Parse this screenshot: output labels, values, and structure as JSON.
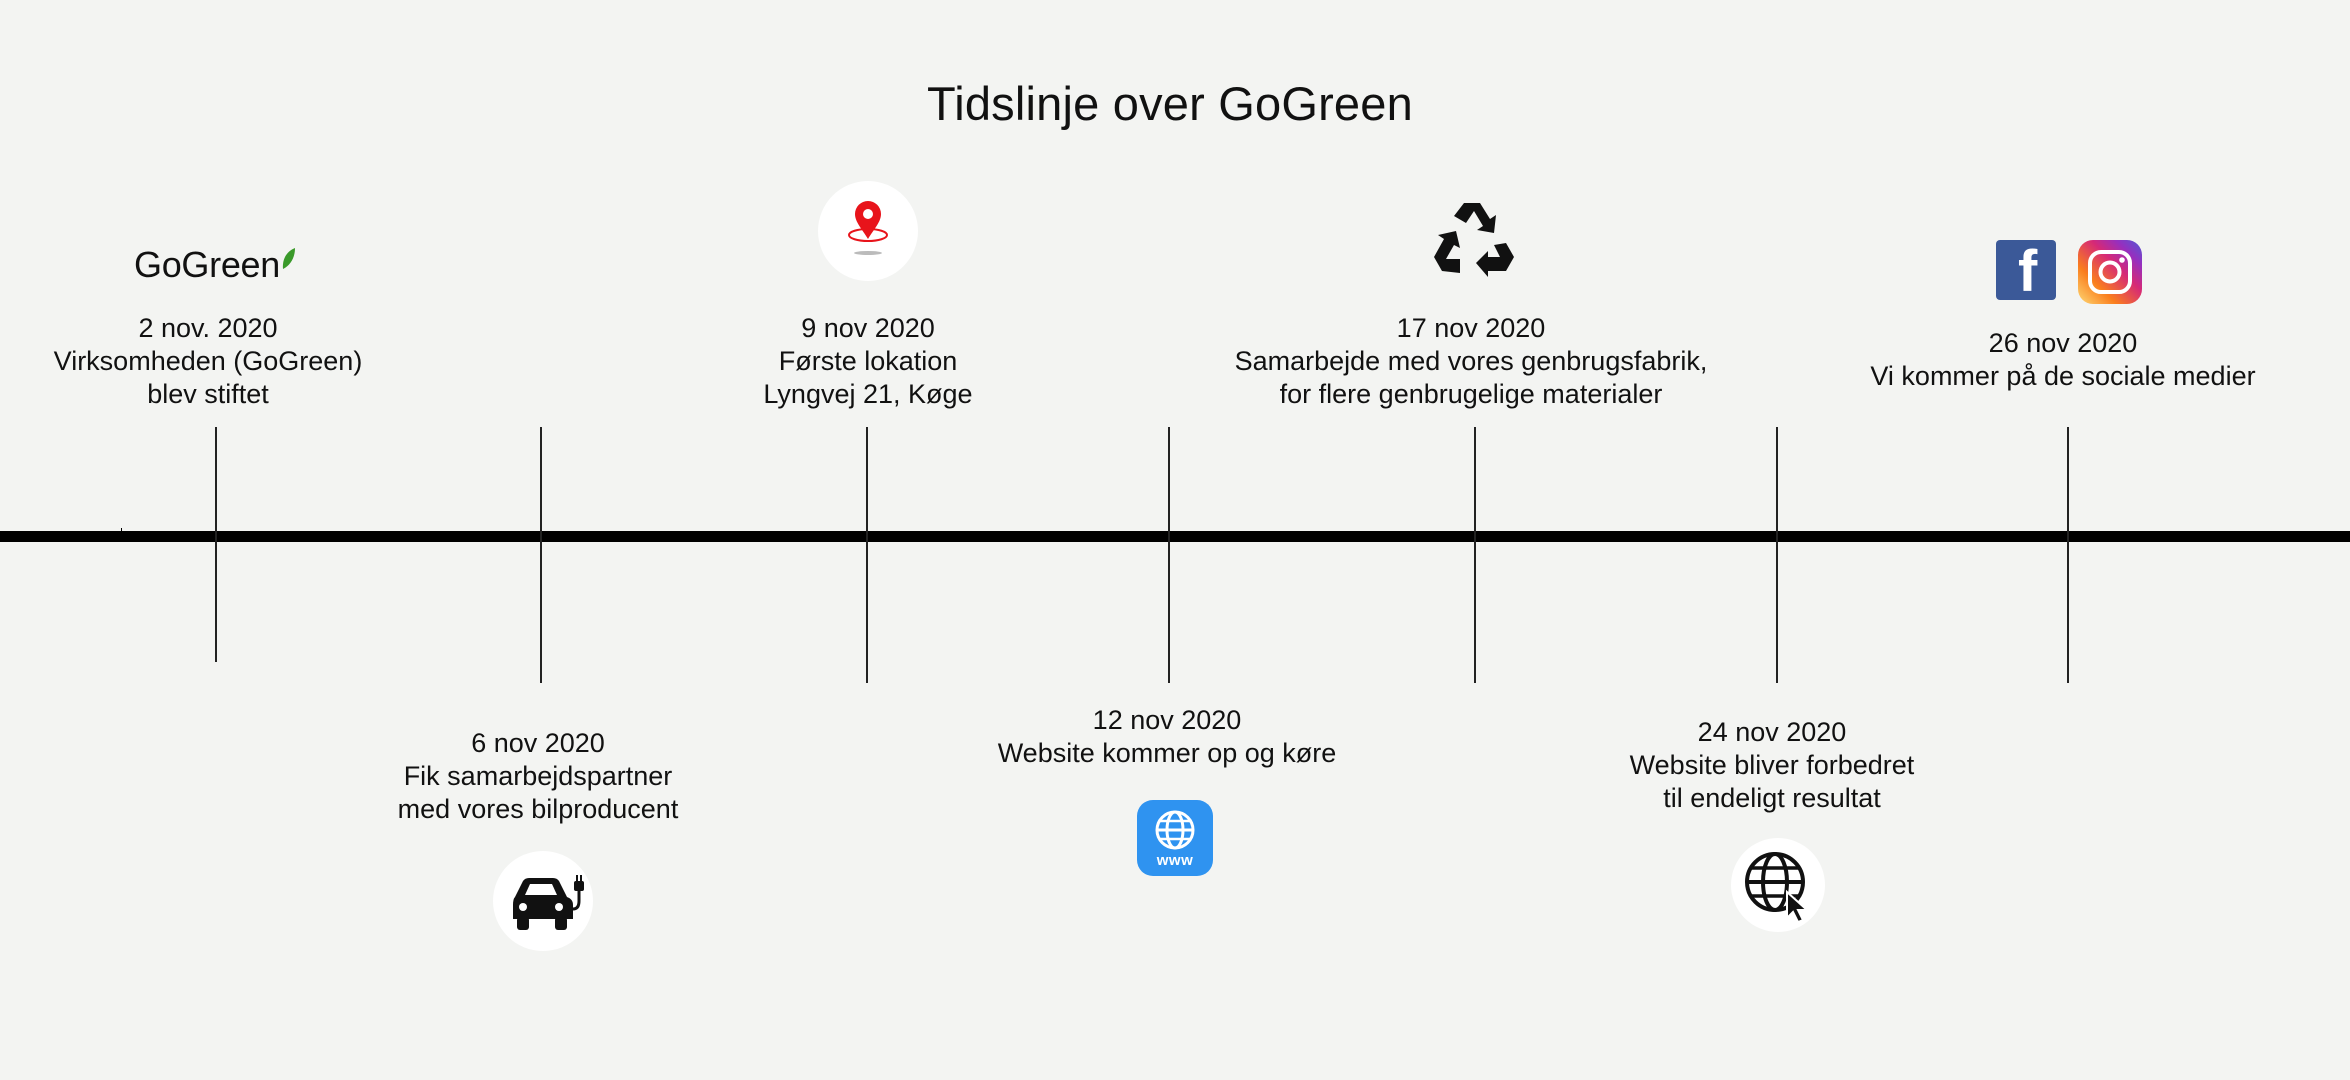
{
  "title": "Tidslinje over GoGreen",
  "logo_text": "GoGreen",
  "events": [
    {
      "date": "2 nov. 2020",
      "line1": "Virksomheden (GoGreen)",
      "line2": "blev stiftet",
      "icon": "gogreen-logo"
    },
    {
      "date": "6 nov 2020",
      "line1": "Fik samarbejdspartner",
      "line2": "med vores bilproducent",
      "icon": "electric-car-icon"
    },
    {
      "date": "9 nov 2020",
      "line1": "Første lokation",
      "line2": "Lyngvej 21, Køge",
      "icon": "location-pin-icon"
    },
    {
      "date": "12 nov 2020",
      "line1": "Website kommer op og køre",
      "icon": "www-globe-app-icon"
    },
    {
      "date": "17 nov 2020",
      "line1": "Samarbejde med vores genbrugsfabrik,",
      "line2": "for flere genbrugelige materialer",
      "icon": "recycle-icon"
    },
    {
      "date": "24 nov 2020",
      "line1": "Website bliver forbedret",
      "line2": "til endeligt resultat",
      "icon": "globe-cursor-icon"
    },
    {
      "date": "26 nov 2020",
      "line1": "Vi kommer på de sociale medier",
      "icon": "facebook-icon, instagram-icon"
    }
  ],
  "www_label": "www",
  "facebook_letter": "f",
  "colors": {
    "background": "#f3f4f2",
    "axis": "#000000",
    "pin_red": "#e8141b",
    "leaf_green": "#3a9a2a",
    "www_blue": "#2f93f0",
    "facebook_blue": "#3b5998"
  }
}
